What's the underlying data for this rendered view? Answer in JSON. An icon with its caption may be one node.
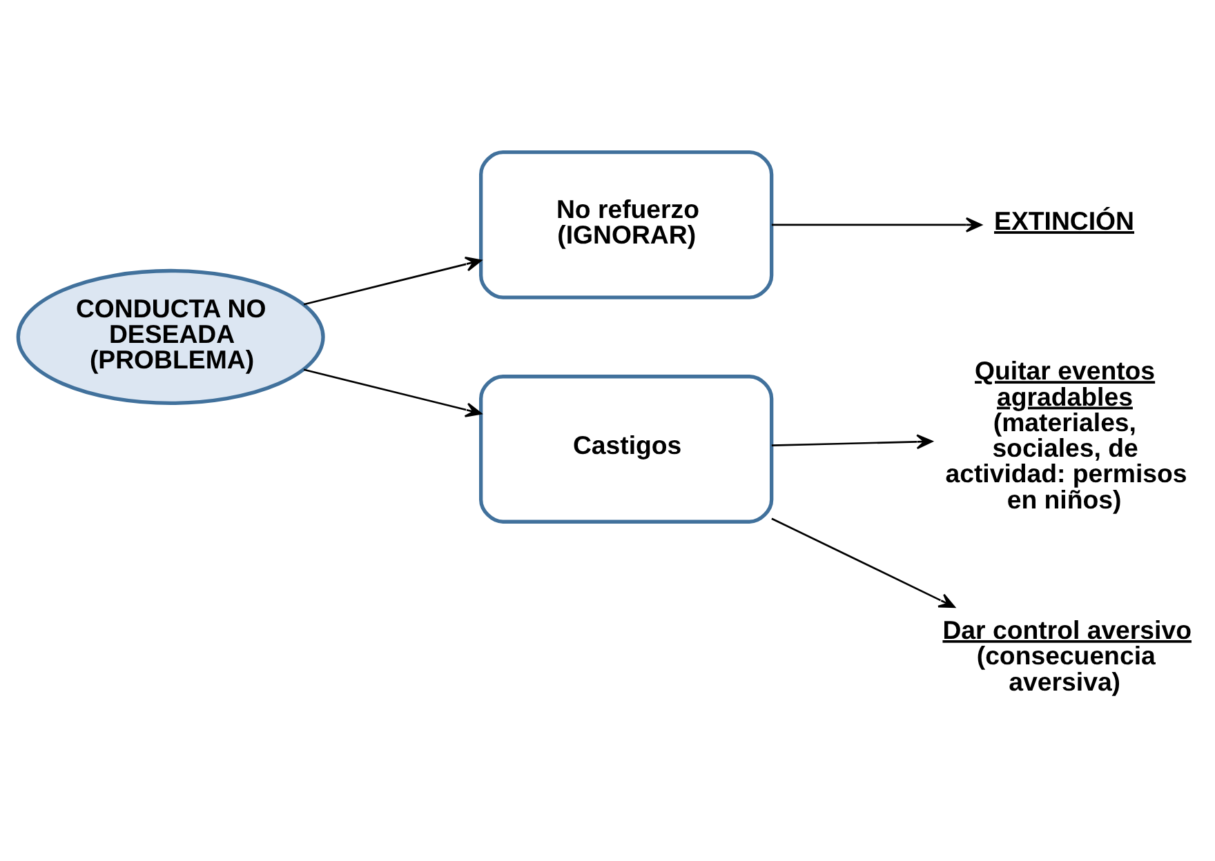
{
  "diagram": {
    "nodes": [
      {
        "text": [
          "CONDUCTA NO DESEADA (PROBLEMA)"
        ]
      },
      {
        "text": [
          "No refuerzo (IGNORAR)"
        ]
      },
      {
        "text": [
          "EXTINCIÓN"
        ]
      },
      {
        "text": [
          "Castigos"
        ]
      },
      {
        "text": [
          "Quitar eventos agradables",
          "(materiales, sociales, de actividad: permisos en niños)"
        ]
      },
      {
        "text": [
          "Dar control aversivo",
          "(consecuencia aversiva)"
        ]
      }
    ],
    "edges": [
      {
        "from": 0,
        "to": 1,
        "arrow": "to"
      },
      {
        "from": 1,
        "to": 2,
        "arrow": "to"
      },
      {
        "from": 0,
        "to": 3,
        "arrow": "to"
      },
      {
        "from": 3,
        "to": 4,
        "arrow": "to"
      },
      {
        "from": 3,
        "to": 5,
        "arrow": "to"
      }
    ]
  }
}
